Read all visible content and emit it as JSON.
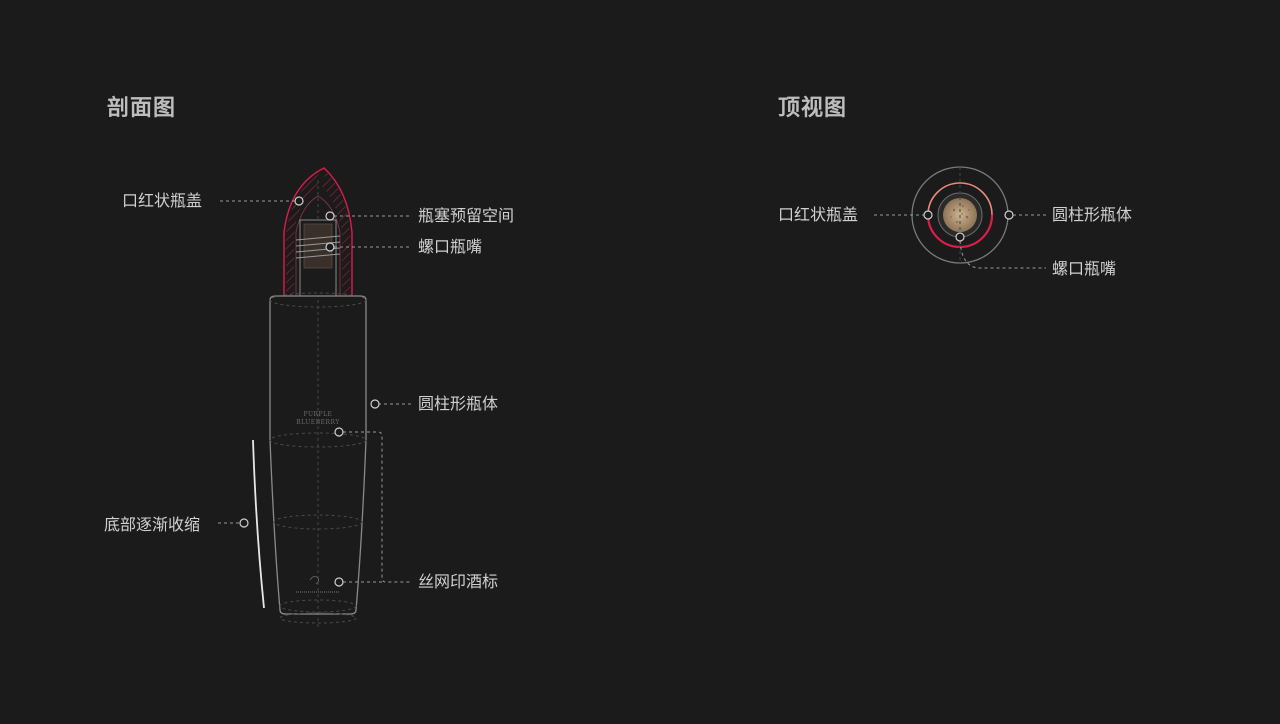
{
  "section_view": {
    "title": "剖面图",
    "callouts": {
      "cap": "口红状瓶盖",
      "cork_space": "瓶塞预留空间",
      "thread_neck": "螺口瓶嘴",
      "cylinder_body": "圆柱形瓶体",
      "tapered_bottom": "底部逐渐收缩",
      "screen_label": "丝网印酒标"
    },
    "bottle_label_lines": [
      "PURPLE",
      "BLUEBERRY"
    ]
  },
  "top_view": {
    "title": "顶视图",
    "callouts": {
      "cap": "口红状瓶盖",
      "cylinder_body": "圆柱形瓶体",
      "thread_neck": "螺口瓶嘴"
    }
  },
  "colors": {
    "background": "#1b1b1b",
    "outline": "#8a8a8a",
    "accent_red": "#d81e4a",
    "accent_salmon": "#e8897a",
    "leader": "#9a9a9a",
    "cork": "#b89c7a"
  }
}
